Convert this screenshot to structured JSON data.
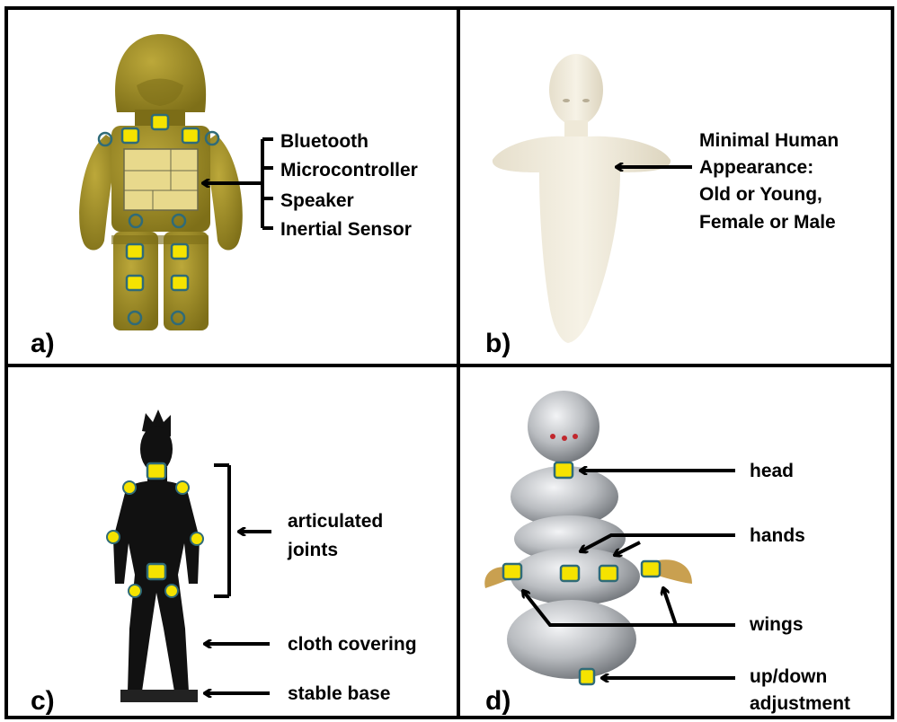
{
  "panels": {
    "a": {
      "letter": "a)",
      "labels": [
        "Bluetooth",
        "Microcontroller",
        "Speaker",
        "Inertial Sensor"
      ]
    },
    "b": {
      "letter": "b)",
      "labels": [
        "Minimal Human",
        "Appearance:",
        "Old or Young,",
        "Female or Male"
      ]
    },
    "c": {
      "letter": "c)",
      "joints_label": [
        "articulated",
        "joints"
      ],
      "cloth_label": "cloth covering",
      "base_label": "stable base"
    },
    "d": {
      "letter": "d)",
      "head_label": "head",
      "hands_label": "hands",
      "wings_label": "wings",
      "adjust_label": [
        "up/down",
        "adjustment"
      ]
    }
  },
  "colors": {
    "border": "#000000",
    "robot_a": "#9c8a25",
    "robot_a_dark": "#6f6214",
    "figure_b": "#f1ecdd",
    "figure_c": "#111111",
    "silver": "#c7c9cc",
    "wing": "#c9a050",
    "sensor_fill": "#f5e300",
    "sensor_stroke": "#2f6b78"
  }
}
